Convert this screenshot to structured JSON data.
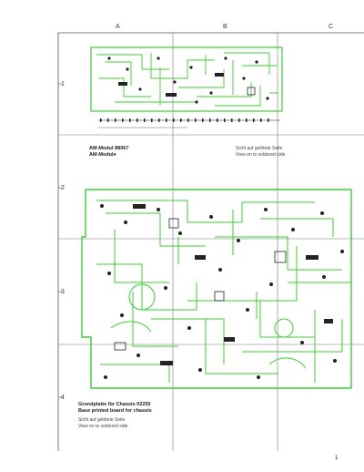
{
  "columns": [
    "A",
    "B",
    "C"
  ],
  "rows": [
    "1",
    "2",
    "3",
    "4"
  ],
  "am_module": {
    "title_de": "AM-Modul 88067",
    "title_en": "AM-Module",
    "view_de": "Sicht auf gelötete Seite",
    "view_en": "View on to soldered side"
  },
  "chassis": {
    "title_de": "Grundplatte für Chassis 02250",
    "title_en": "Base printed board for chassis",
    "view_de": "Sicht auf gelötete Seite",
    "view_en": "View on to soldered side"
  },
  "page_number": "1",
  "colors": {
    "trace": "#39d12e",
    "ink": "#222222",
    "grid": "#555555"
  }
}
